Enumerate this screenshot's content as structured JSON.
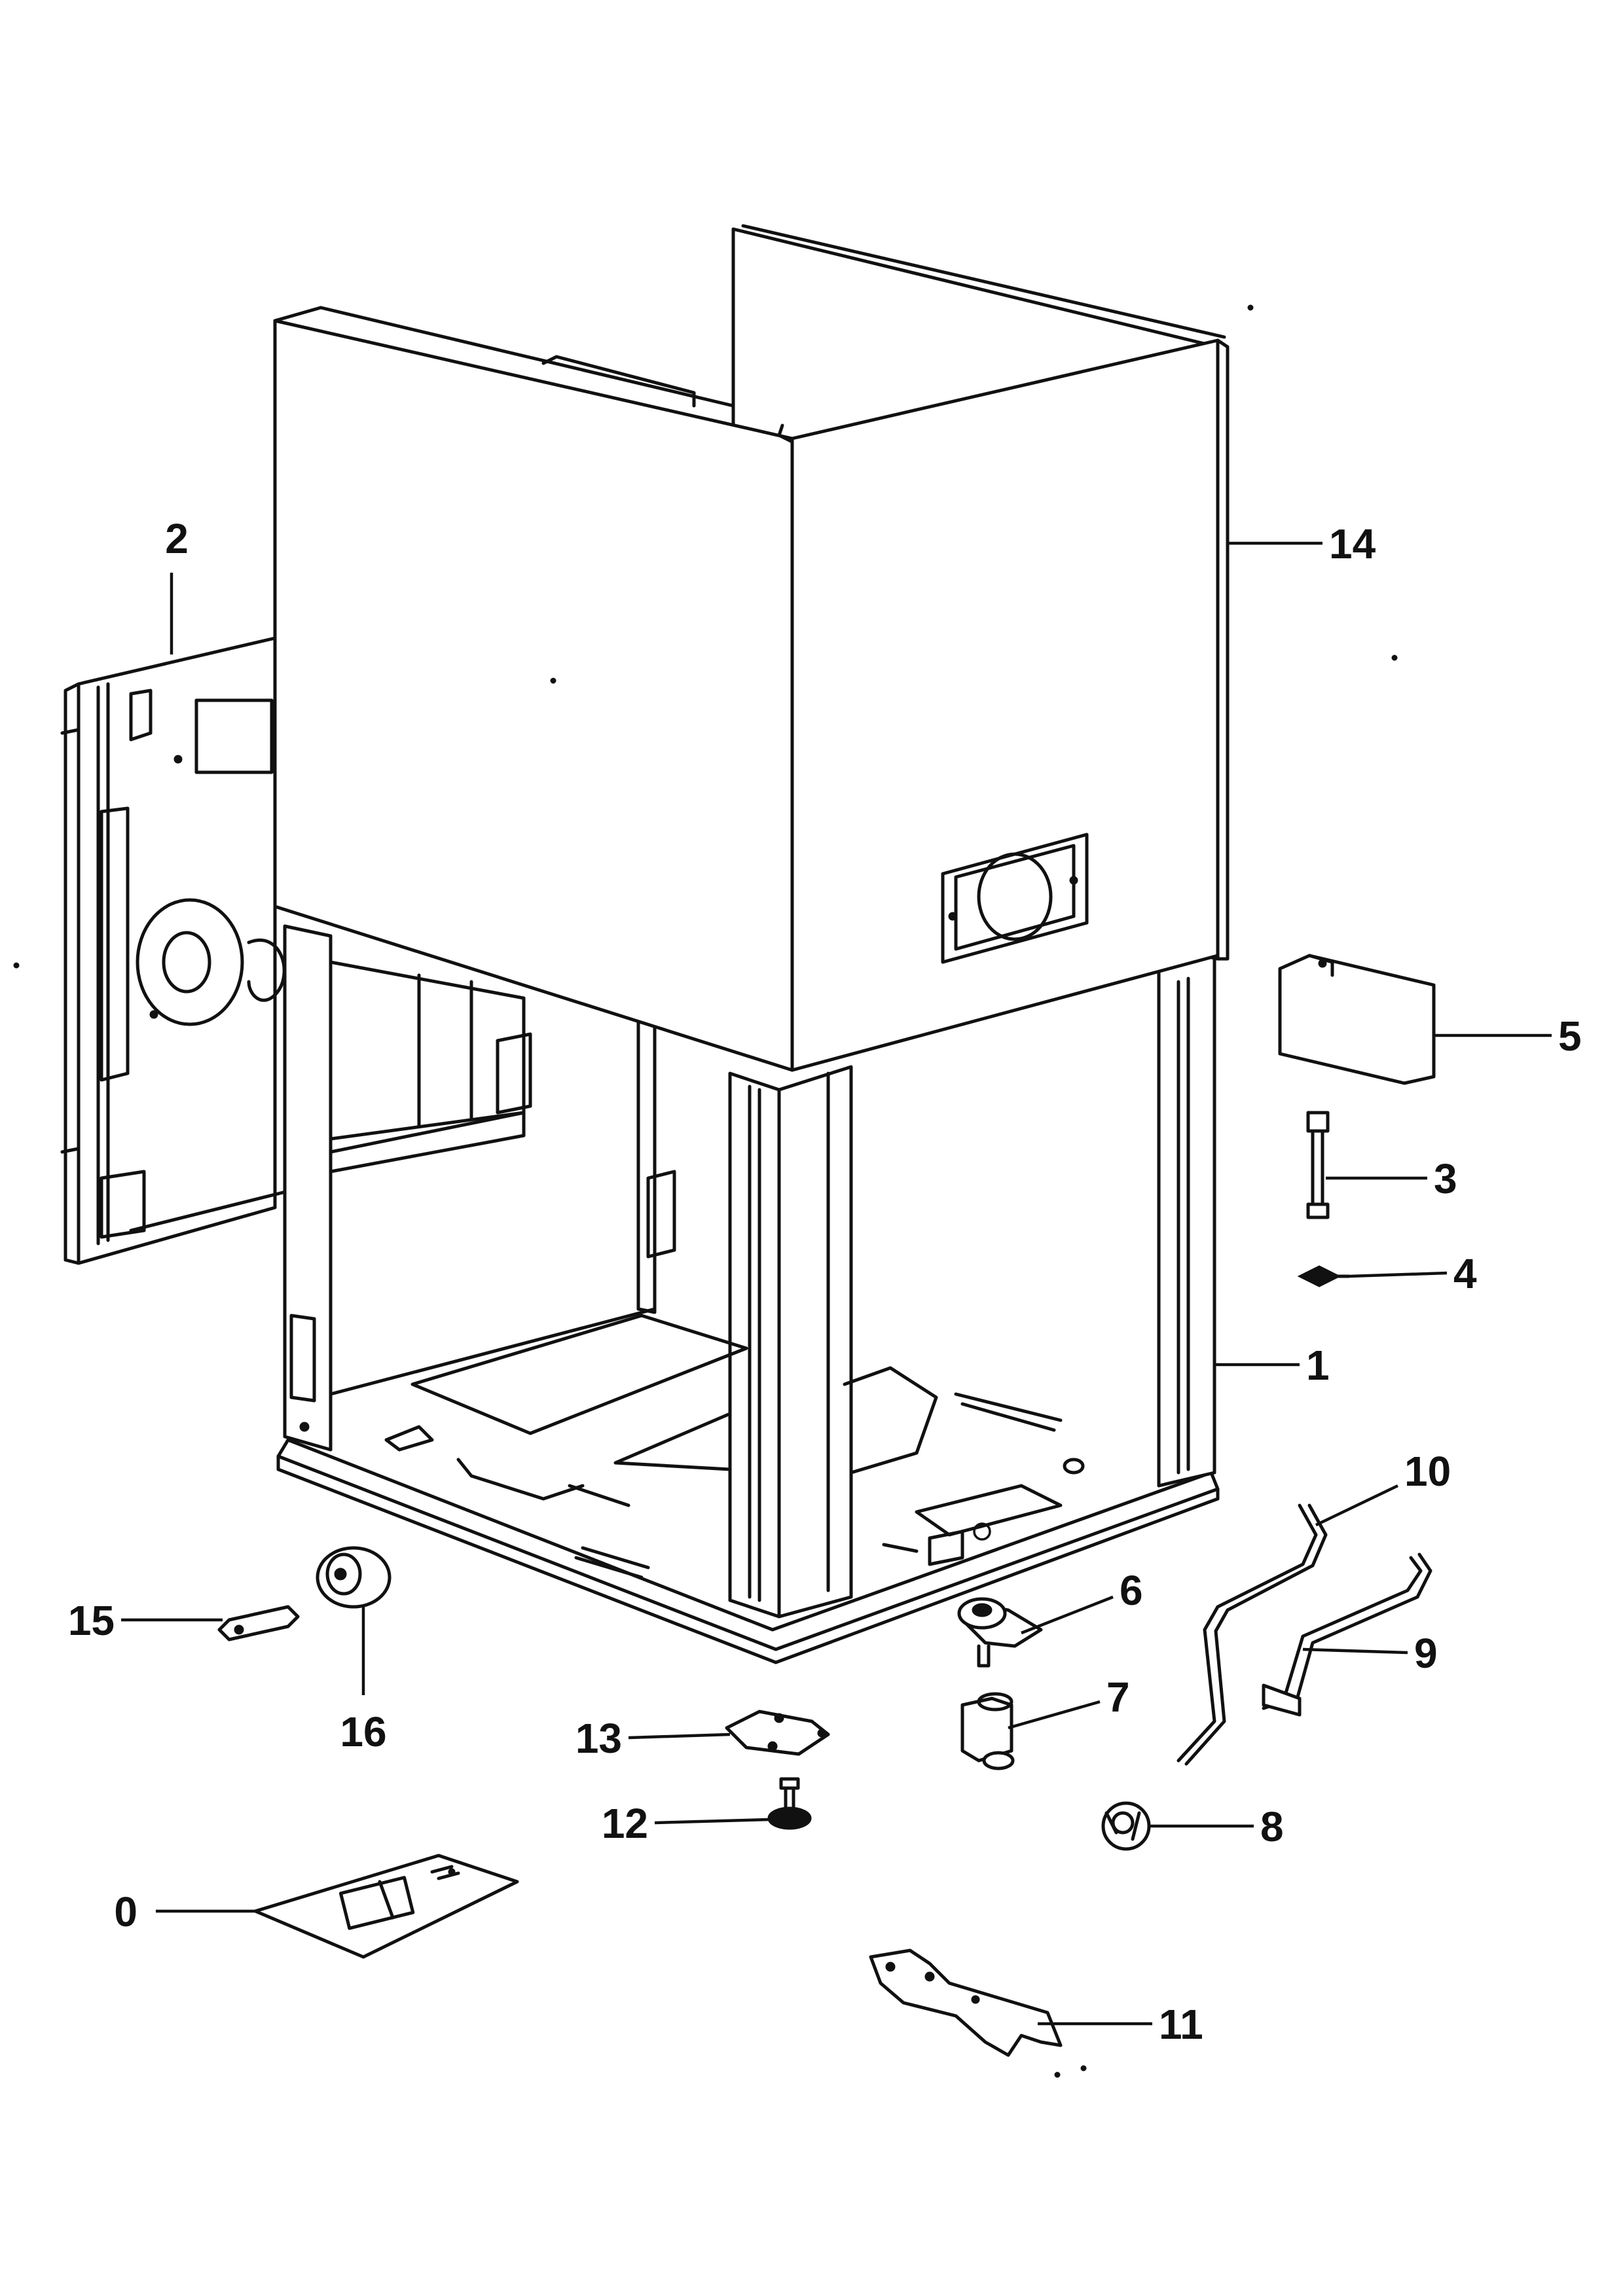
{
  "callouts": [
    {
      "id": "0",
      "label": "0"
    },
    {
      "id": "1",
      "label": "1"
    },
    {
      "id": "2",
      "label": "2"
    },
    {
      "id": "3",
      "label": "3"
    },
    {
      "id": "4",
      "label": "4"
    },
    {
      "id": "5",
      "label": "5"
    },
    {
      "id": "6",
      "label": "6"
    },
    {
      "id": "7",
      "label": "7"
    },
    {
      "id": "8",
      "label": "8"
    },
    {
      "id": "9",
      "label": "9"
    },
    {
      "id": "10",
      "label": "10"
    },
    {
      "id": "11",
      "label": "11"
    },
    {
      "id": "12",
      "label": "12"
    },
    {
      "id": "13",
      "label": "13"
    },
    {
      "id": "14",
      "label": "14"
    },
    {
      "id": "15",
      "label": "15"
    },
    {
      "id": "16",
      "label": "16"
    }
  ]
}
